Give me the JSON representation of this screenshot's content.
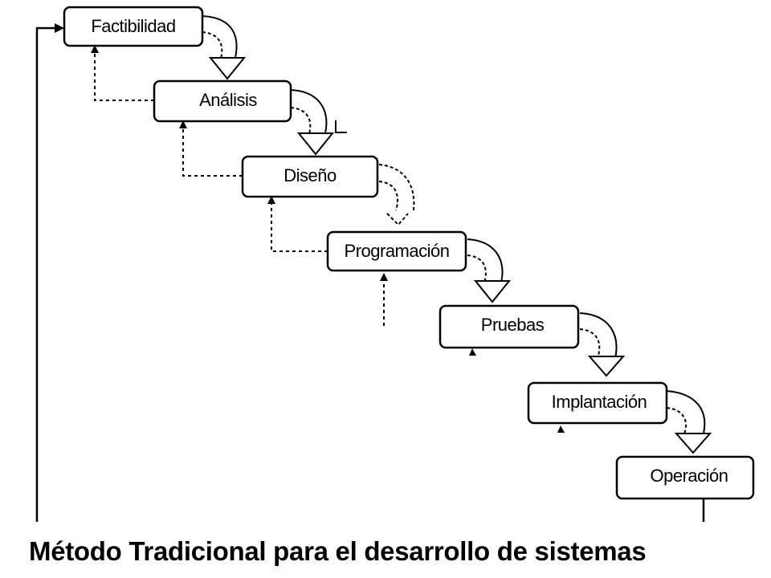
{
  "caption": "Método Tradicional para el desarrollo de sistemas",
  "stages": [
    {
      "id": "factibilidad",
      "label": "Factibilidad"
    },
    {
      "id": "analisis",
      "label": "Análisis"
    },
    {
      "id": "diseno",
      "label": "Diseño"
    },
    {
      "id": "programacion",
      "label": "Programación"
    },
    {
      "id": "pruebas",
      "label": "Pruebas"
    },
    {
      "id": "implantacion",
      "label": "Implantación"
    },
    {
      "id": "operacion",
      "label": "Operación"
    }
  ],
  "colors": {
    "line": "#000000",
    "background": "#ffffff"
  }
}
